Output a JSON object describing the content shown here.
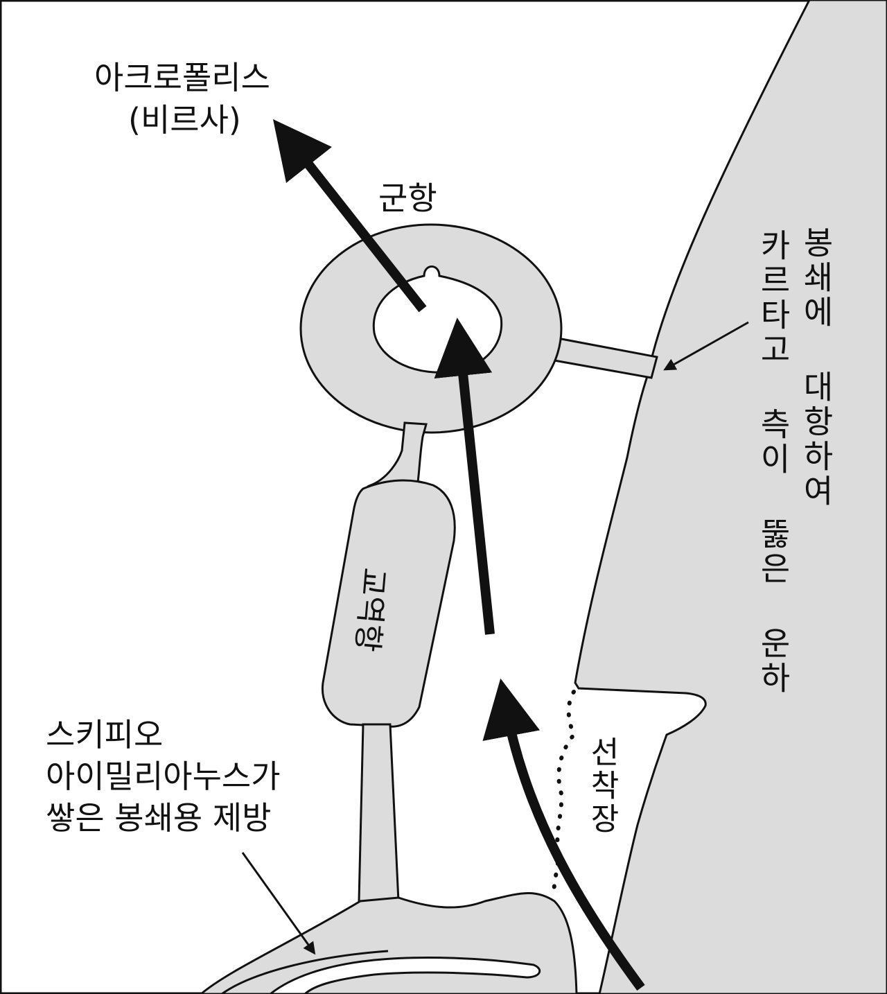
{
  "labels": {
    "acropolis": "아크로폴리스",
    "byrsa": "(비르사)",
    "naval_port": "군항",
    "commercial_port": "교역항",
    "scipio_line1": "스키피오",
    "scipio_line2": "아이밀리아누스가",
    "scipio_line3": "쌓은 봉쇄용 제방",
    "canal_col1": "카르타고 측이 뚫은 운하",
    "canal_col2": "봉쇄에 대항하여",
    "quay": "선착장"
  },
  "colors": {
    "land": "#dcdcdc",
    "water": "#ffffff",
    "ink": "#111111"
  }
}
